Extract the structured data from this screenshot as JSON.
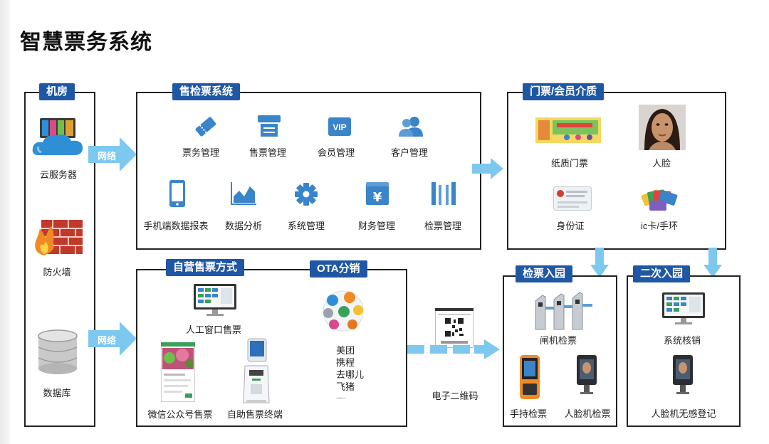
{
  "title": "智慧票务系统",
  "jifang": {
    "tab": "机房",
    "items": [
      "云服务器",
      "防火墙",
      "数据库"
    ]
  },
  "arrows": {
    "network1": "网络",
    "network2": "网络"
  },
  "shoujian": {
    "tab": "售检票系统",
    "row1": [
      "票务管理",
      "售票管理",
      "会员管理",
      "客户管理"
    ],
    "row2": [
      "手机端数据报表",
      "数据分析",
      "系统管理",
      "财务管理",
      "检票管理"
    ],
    "vip_text": "VIP",
    "yen_text": "¥"
  },
  "menpiao": {
    "tab": "门票/会员介质",
    "items": [
      "纸质门票",
      "人脸",
      "身份证",
      "ic卡/手环"
    ]
  },
  "ziying": {
    "tab": "自营售票方式",
    "items": [
      "人工窗口售票",
      "微信公众号售票",
      "自助售票终端"
    ]
  },
  "ota": {
    "tab": "OTA分销",
    "list": [
      "美团",
      "携程",
      "去哪儿",
      "飞猪",
      "....."
    ]
  },
  "qrcode": {
    "label": "电子二维码"
  },
  "jianpiao": {
    "tab": "检票入园",
    "items": [
      "闸机检票",
      "手持检票",
      "人脸机检票"
    ]
  },
  "erci": {
    "tab": "二次入园",
    "items": [
      "系统核销",
      "人脸机无感登记"
    ]
  },
  "colors": {
    "accent": "#1f57a4",
    "arrow": "#7dc8ef",
    "icon": "#3a84c9"
  }
}
